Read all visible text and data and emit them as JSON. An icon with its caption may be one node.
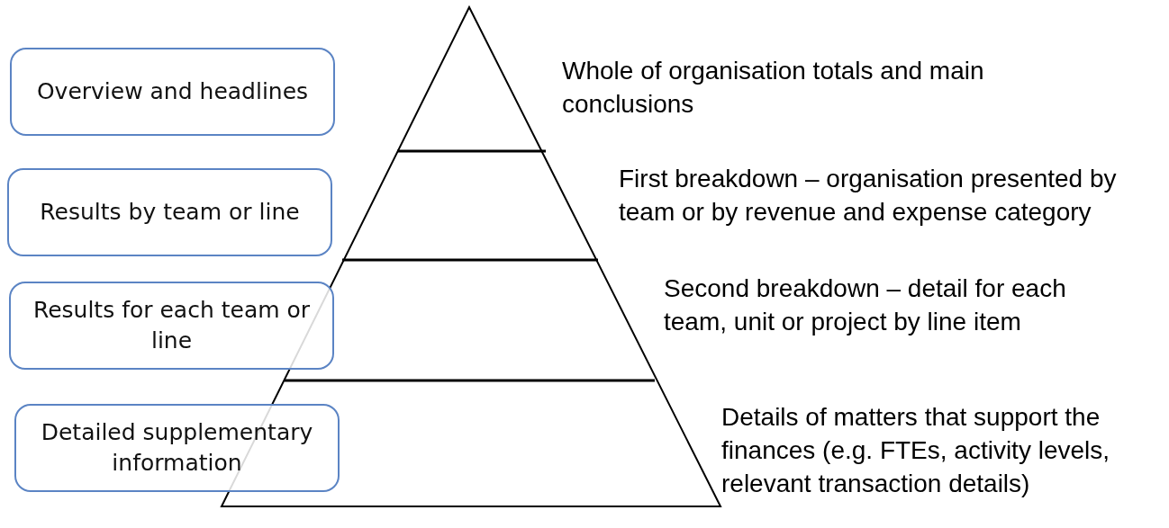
{
  "diagram": {
    "nodes": [
      {
        "text": [
          "Overview and headlines"
        ]
      },
      {
        "text": [
          "Results by team or line"
        ]
      },
      {
        "text": [
          "Results for each team or line"
        ]
      },
      {
        "text": [
          "Detailed supplementary information"
        ]
      }
    ],
    "labels": [
      "Whole of organisation totals and main conclusions",
      "First breakdown – organisation presented by team or by revenue and expense category",
      "Second breakdown – detail for each team, unit or project by line item",
      "Details of matters that support the finances (e.g. FTEs, activity levels, relevant transaction details)"
    ]
  }
}
